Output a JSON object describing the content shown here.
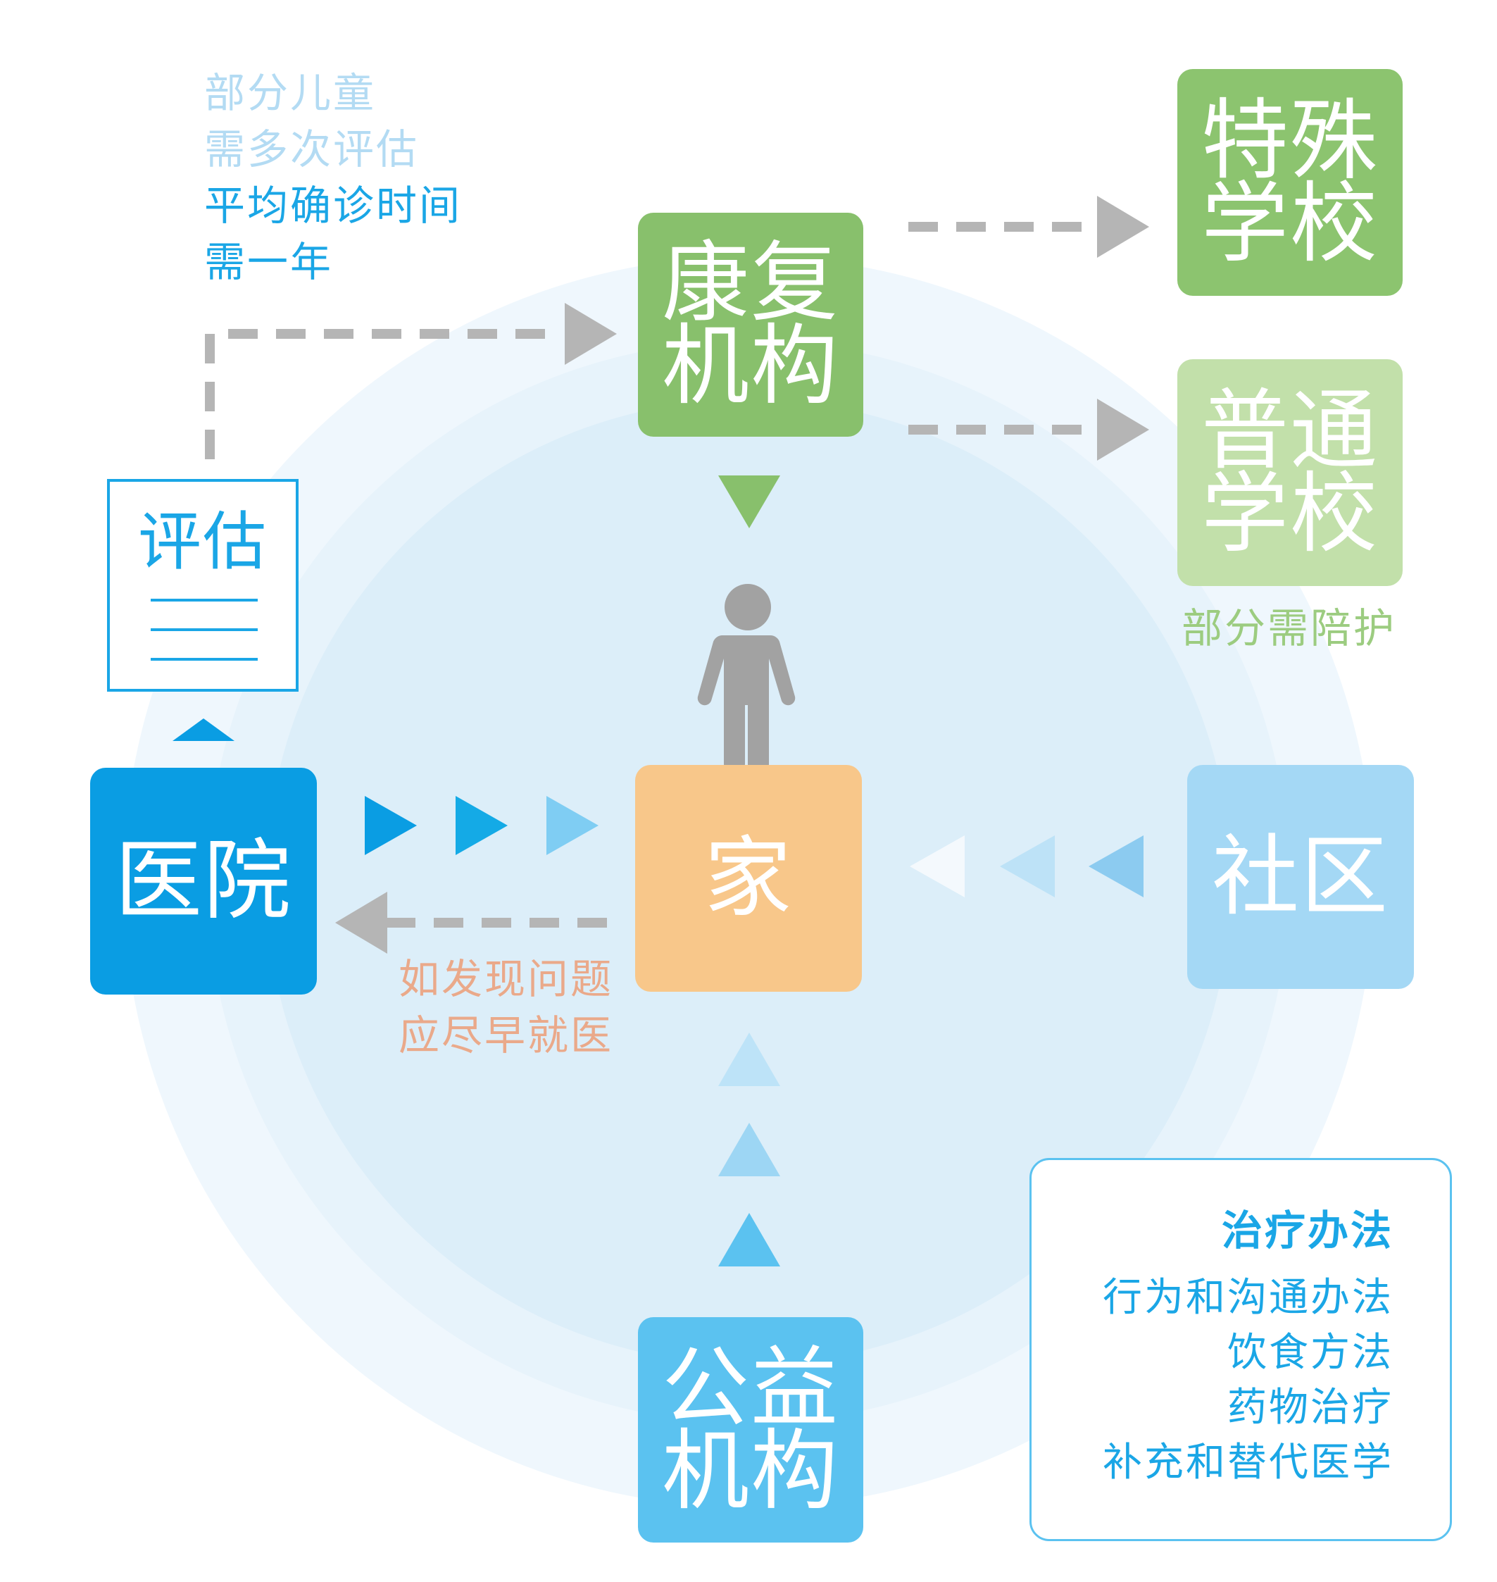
{
  "nodes": {
    "rehab": "康复\n机构",
    "special_school": "特殊\n学校",
    "regular_school": "普通\n学校",
    "hospital": "医院",
    "home": "家",
    "community": "社区",
    "charity": "公益\n机构",
    "assessment": "评估"
  },
  "notes": {
    "multi_assess": [
      "部分儿童",
      "需多次评估"
    ],
    "diagnosis_time": [
      "平均确诊时间",
      "需一年"
    ],
    "accompany": "部分需陪护",
    "see_doctor": [
      "如发现问题",
      "应尽早就医"
    ]
  },
  "treatment": {
    "title": "治疗办法",
    "items": [
      "行为和沟通办法",
      "饮食方法",
      "药物治疗",
      "补充和替代医学"
    ]
  },
  "colors": {
    "rehab": "#88c06c",
    "special_school": "#8cc46f",
    "regular_school": "#c2e0aa",
    "hospital": "#0a9de3",
    "home": "#f8c78a",
    "community": "#a4d8f5",
    "charity": "#5bc2f0",
    "outer_ring": "#eff7fd",
    "middle_ring": "#e6f3fb",
    "inner_circle": "#dcedf8",
    "gray_arrow": "#b5b5b5",
    "person": "#a2a2a2",
    "light_blue_text": "#b3dbf3",
    "blue_text": "#1aa6e6",
    "orange_text": "#eaa98a",
    "green_text": "#9ccc80"
  }
}
